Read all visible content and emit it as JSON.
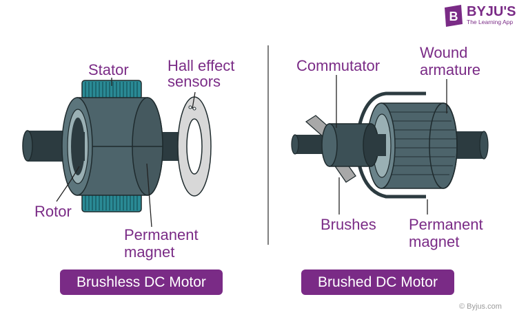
{
  "brand": {
    "logo_letter": "B",
    "name": "BYJU'S",
    "tagline": "The Learning App",
    "color": "#7a2b86"
  },
  "copyright": "© Byjus.com",
  "colors": {
    "label": "#7a2b86",
    "body_dark": "#2c3b40",
    "body_mid": "#4d646b",
    "stator_teal": "#2a8a95"
  },
  "brushless": {
    "labels": {
      "stator": "Stator",
      "hall_line1": "Hall effect",
      "hall_line2": "sensors",
      "rotor": "Rotor",
      "magnet_line1": "Permanent",
      "magnet_line2": "magnet"
    },
    "caption": "Brushless DC Motor"
  },
  "brushed": {
    "labels": {
      "commutator": "Commutator",
      "wound_line1": "Wound",
      "wound_line2": "armature",
      "brushes": "Brushes",
      "magnet_line1": "Permanent",
      "magnet_line2": "magnet"
    },
    "caption": "Brushed DC Motor"
  }
}
